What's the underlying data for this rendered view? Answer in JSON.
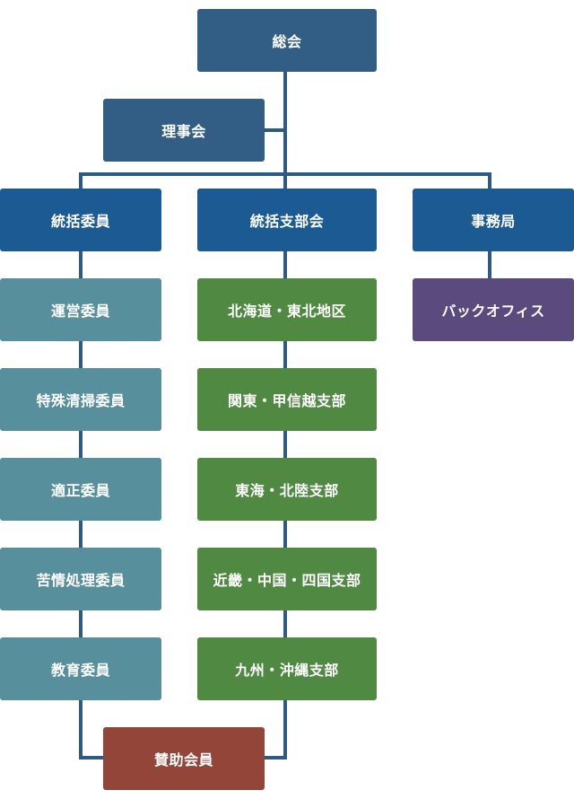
{
  "nodes": {
    "general_assembly": "総会",
    "board": "理事会",
    "general_committee": "統括委員",
    "general_branch": "統括支部会",
    "secretariat": "事務局",
    "operations_committee": "運営委員",
    "special_cleaning_committee": "特殊清掃委員",
    "compliance_committee": "適正委員",
    "complaints_committee": "苦情処理委員",
    "education_committee": "教育委員",
    "branch_hokkaido_tohoku": "北海道・東北地区",
    "branch_kanto_koshinetsu": "関東・甲信越支部",
    "branch_tokai_hokuriku": "東海・北陸支部",
    "branch_kinki_chugoku_shikoku": "近畿・中国・四国支部",
    "branch_kyushu_okinawa": "九州・沖縄支部",
    "back_office": "バックオフィス",
    "supporting_members": "賛助会員"
  },
  "colors": {
    "connector": "#2f5a82",
    "top_level": "#325e86",
    "second_level": "#1c5a93",
    "committee": "#578f9c",
    "branch": "#508a42",
    "back_office": "#5b4a7d",
    "supporting": "#934539"
  }
}
